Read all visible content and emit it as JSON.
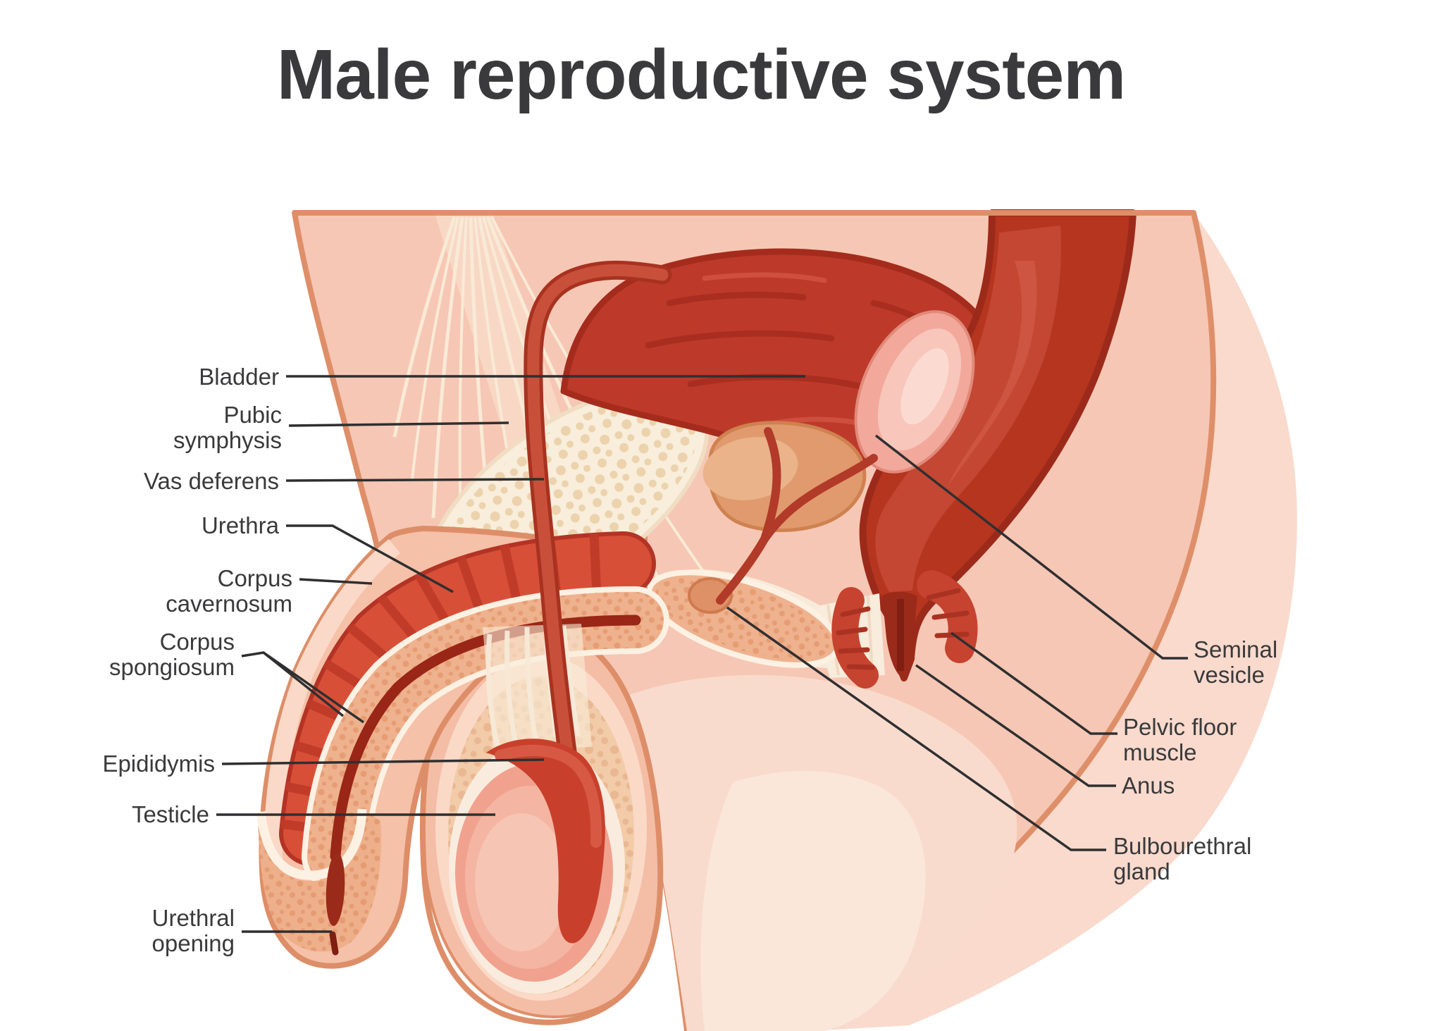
{
  "title": "Male reproductive system",
  "figure": {
    "type": "anatomical-diagram",
    "subject": "male-reproductive-system-sagittal-section"
  },
  "labels": {
    "left": [
      {
        "name": "bladder",
        "lines": [
          "Bladder"
        ]
      },
      {
        "name": "pubic-symphysis",
        "lines": [
          "Pubic",
          "symphysis"
        ]
      },
      {
        "name": "vas-deferens",
        "lines": [
          "Vas deferens"
        ]
      },
      {
        "name": "urethra",
        "lines": [
          "Urethra"
        ]
      },
      {
        "name": "corpus-cavernosum",
        "lines": [
          "Corpus",
          "cavernosum"
        ]
      },
      {
        "name": "corpus-spongiosum",
        "lines": [
          "Corpus",
          "spongiosum"
        ]
      },
      {
        "name": "epididymis",
        "lines": [
          "Epididymis"
        ]
      },
      {
        "name": "testicle",
        "lines": [
          "Testicle"
        ]
      },
      {
        "name": "urethral-opening",
        "lines": [
          "Urethral",
          "opening"
        ]
      }
    ],
    "right": [
      {
        "name": "seminal-vesicle",
        "lines": [
          "Seminal",
          "vesicle"
        ]
      },
      {
        "name": "pelvic-floor-muscle",
        "lines": [
          "Pelvic floor",
          "muscle"
        ]
      },
      {
        "name": "anus",
        "lines": [
          "Anus"
        ]
      },
      {
        "name": "bulbourethral-gland",
        "lines": [
          "Bulbourethral",
          "gland"
        ]
      }
    ]
  },
  "palette": {
    "title_text": "#3a3a3c",
    "leader_line": "#2f2f31",
    "skin_body": "#f6c7b4",
    "skin_outline": "#de8f69",
    "skin_light": "#f9dbcd",
    "organ_dark_red": "#bd3a2a",
    "rectum_red": "#b5351f",
    "seminal_vesicle_pink": "#f2a99b",
    "prostate_tan": "#e09a6e",
    "pubic_symphysis_cream": "#f8eedb",
    "cavernosum_red": "#d84f38",
    "spongiosum_tan": "#efb28e",
    "urethra_dark": "#992616",
    "testicle_pink": "#f4b5a2",
    "epididymis_red": "#c8402c"
  }
}
